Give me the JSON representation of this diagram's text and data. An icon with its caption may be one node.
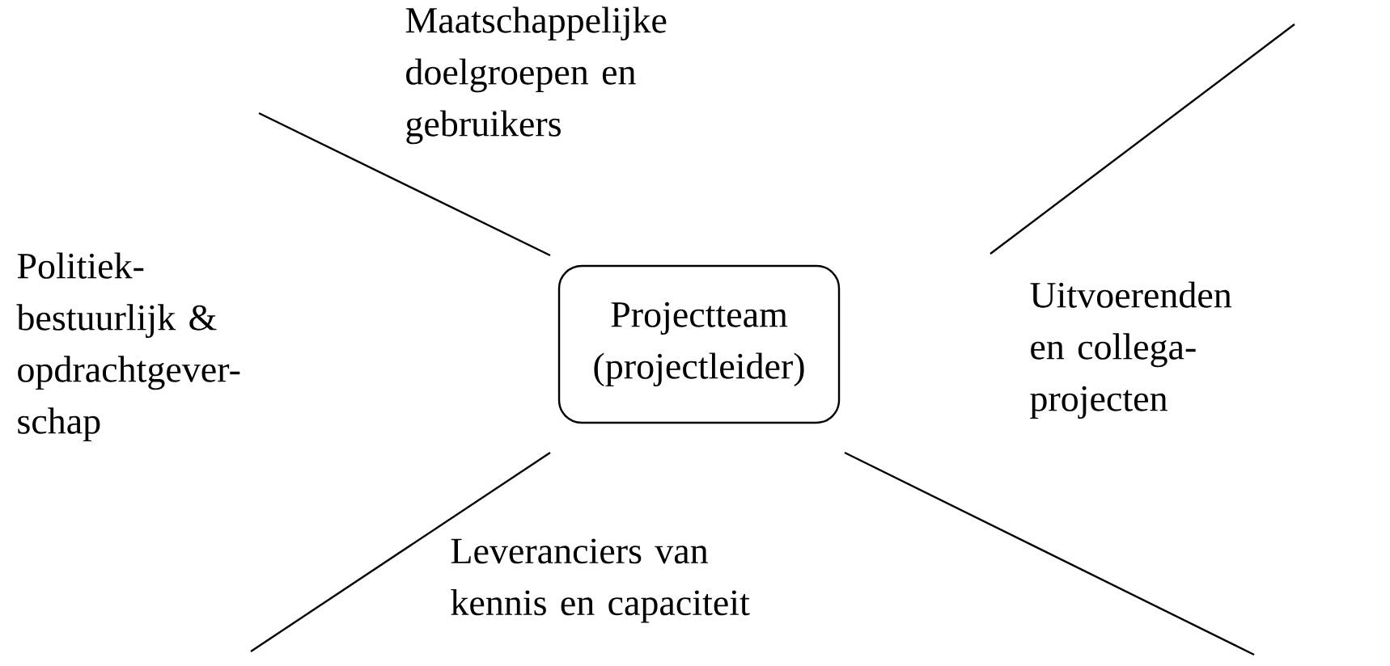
{
  "diagram": {
    "nodes": [
      {
        "text": [
          "Projectteam (projectleider)"
        ]
      }
    ],
    "labels": [
      "Maatschappelijke doelgroepen en gebruikers",
      "Politiek- bestuurlijk & opdrachtgever- schap",
      "Uitvoerenden en collega- projecten",
      "Leveranciers van kennis en capaciteit"
    ]
  }
}
